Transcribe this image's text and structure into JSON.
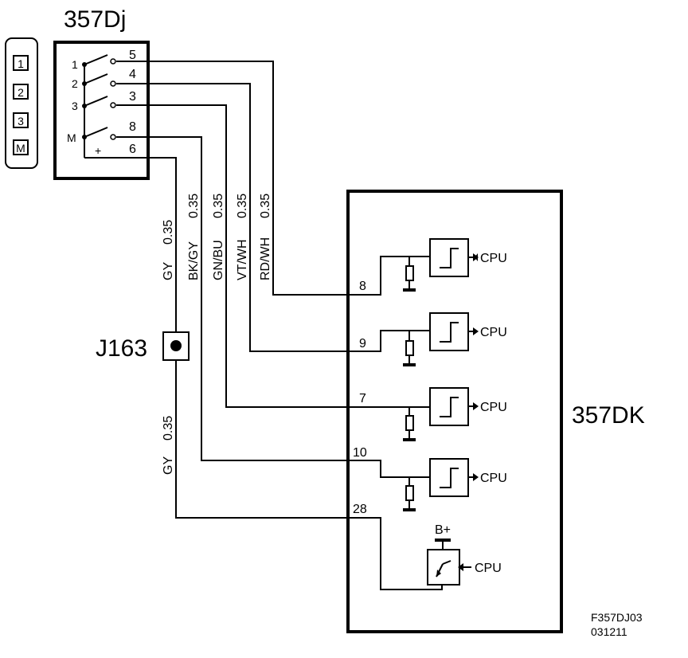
{
  "switch_component": {
    "label": "357Dj",
    "key_icons": [
      "1",
      "2",
      "3",
      "M"
    ],
    "contacts": [
      {
        "left": "1",
        "right": "5"
      },
      {
        "left": "2",
        "right": "4"
      },
      {
        "left": "3",
        "right": "3"
      },
      {
        "left": "M",
        "right": "8"
      }
    ],
    "supply": {
      "symbol": "+",
      "pin": "6"
    }
  },
  "wires": [
    {
      "color": "GY",
      "gauge": "0.35"
    },
    {
      "color": "BK/GY",
      "gauge": "0.35"
    },
    {
      "color": "GN/BU",
      "gauge": "0.35"
    },
    {
      "color": "VT/WH",
      "gauge": "0.35"
    },
    {
      "color": "RD/WH",
      "gauge": "0.35"
    }
  ],
  "lower_wire": {
    "color": "GY",
    "gauge": "0.35"
  },
  "junction": {
    "label": "J163"
  },
  "control_module": {
    "label": "357DK",
    "pins": [
      "8",
      "9",
      "7",
      "10",
      "28"
    ],
    "cpu_label": "CPU",
    "supply_label": "B+"
  },
  "figure_ref": {
    "code": "F357DJ03",
    "date": "031211"
  }
}
